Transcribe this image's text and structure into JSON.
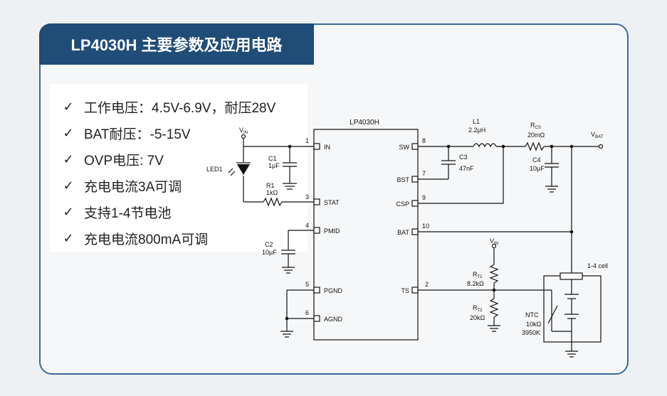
{
  "title": "LP4030H 主要参数及应用电路",
  "features": [
    "工作电压：4.5V-6.9V，耐压28V",
    "BAT耐压：-5-15V",
    "OVP电压: 7V",
    "充电电流3A可调",
    "支持1-4节电池",
    "充电电流800mA可调"
  ],
  "check_icon": "✓",
  "circuit": {
    "ic_name": "LP4030H",
    "left_pins": [
      {
        "num": "1",
        "name": "IN"
      },
      {
        "num": "3",
        "name": "STAT"
      },
      {
        "num": "4",
        "name": "PMID"
      },
      {
        "num": "5",
        "name": "PGND"
      },
      {
        "num": "6",
        "name": "AGND"
      }
    ],
    "right_pins": [
      {
        "num": "8",
        "name": "SW"
      },
      {
        "num": "7",
        "name": "BST"
      },
      {
        "num": "9",
        "name": "CSP"
      },
      {
        "num": "10",
        "name": "BAT"
      },
      {
        "num": "2",
        "name": "TS"
      }
    ],
    "vin": "V",
    "vin_sub": "IN",
    "vbat": "V",
    "vbat_sub": "BAT",
    "c1": {
      "ref": "C1",
      "value": "1μF"
    },
    "led": {
      "ref": "LED1"
    },
    "r1": {
      "ref": "R1",
      "value": "1kΩ"
    },
    "c2": {
      "ref": "C2",
      "value": "10μF"
    },
    "c3": {
      "ref": "C3",
      "value": "47nF"
    },
    "l1": {
      "ref": "L1",
      "value": "2.2μH"
    },
    "rcs": {
      "ref": "R",
      "ref_sub": "CS",
      "value": "20mΩ"
    },
    "c4": {
      "ref": "C4",
      "value": "10μF"
    },
    "rt1": {
      "ref": "R",
      "ref_sub": "T1",
      "value": "8.2kΩ"
    },
    "rt2": {
      "ref": "R",
      "ref_sub": "T2",
      "value": "20kΩ"
    },
    "ntc": {
      "ref": "NTC",
      "value": "10kΩ",
      "beta": "3950K"
    },
    "battery": "1-4 cell"
  }
}
